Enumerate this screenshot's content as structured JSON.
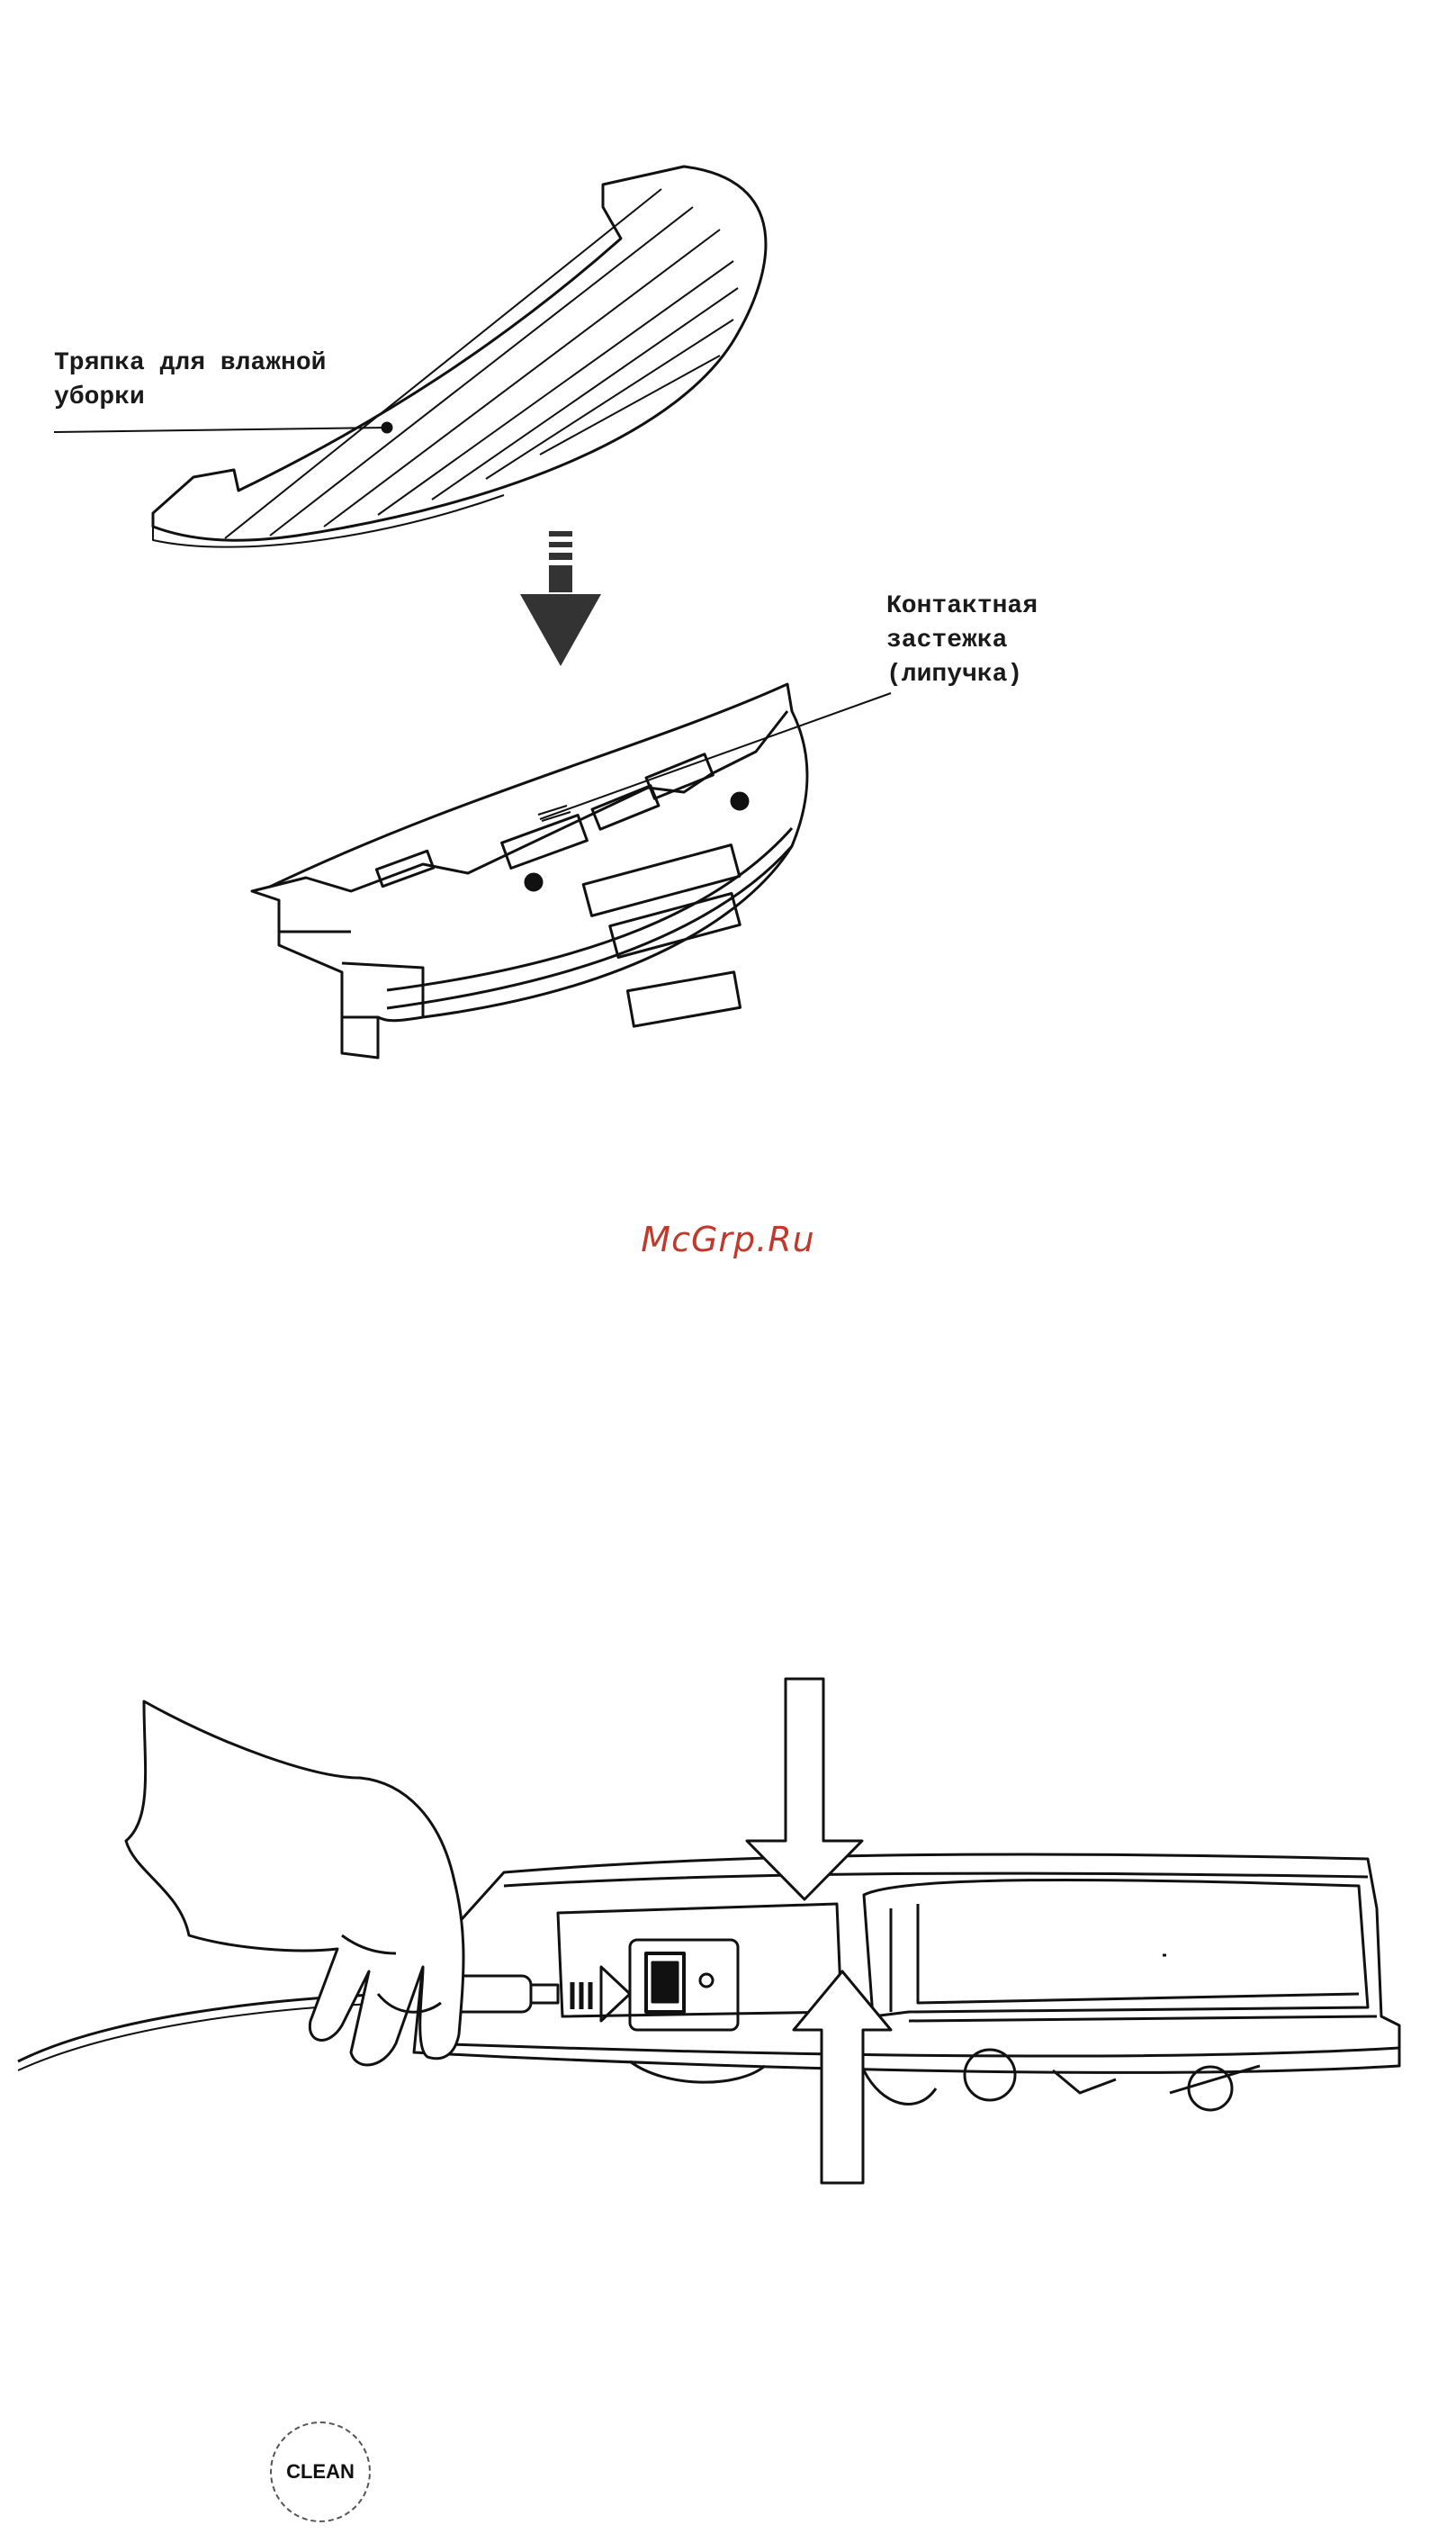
{
  "figure_top": {
    "label_mop": [
      "Тряпка для влажной",
      "уборки"
    ],
    "label_velcro": [
      "Контактная",
      "застежка",
      "(липучка)"
    ]
  },
  "watermark": "McGrp.Ru",
  "clean_button": {
    "label": "CLEAN"
  }
}
